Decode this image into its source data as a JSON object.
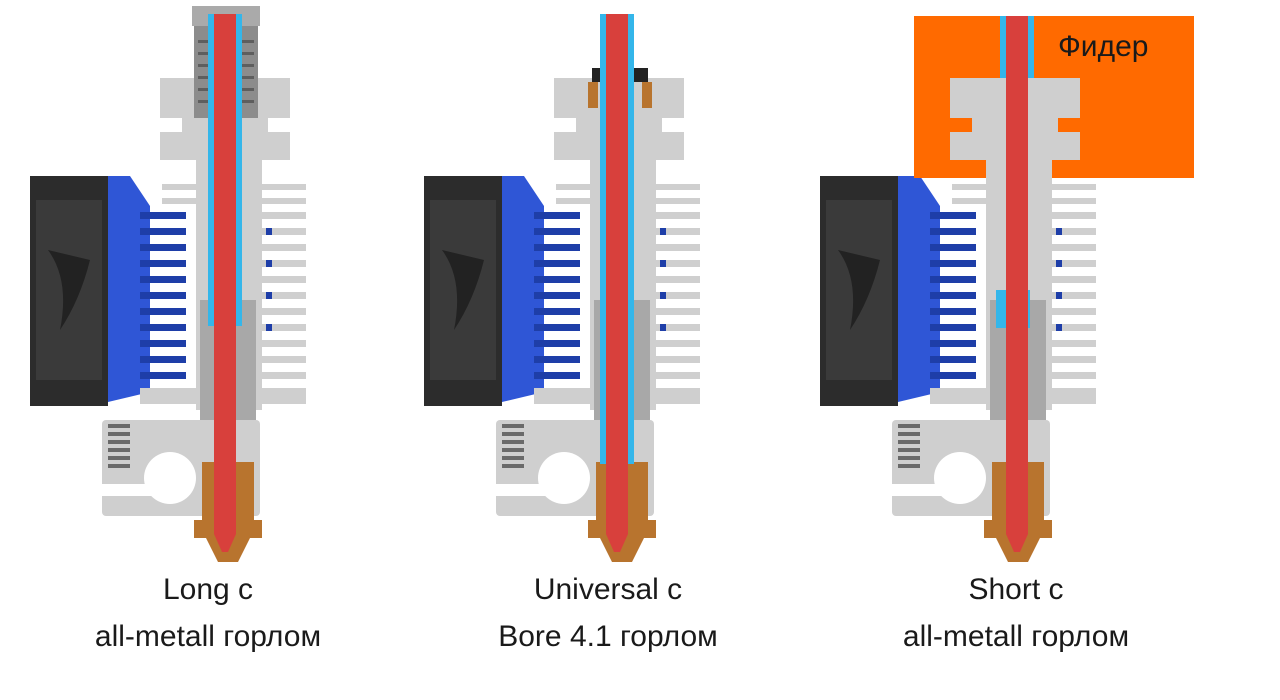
{
  "colors": {
    "aluminum": "#cfcfcf",
    "aluminum_dark": "#b8b8b8",
    "fan_body": "#2c2c2c",
    "fan_shroud": "#2f56d6",
    "fins_blue": "#1e3ea8",
    "ptfe_tube": "#34b6ea",
    "filament": "#d8403c",
    "brass": "#b8742e",
    "feeder": "#ff6a00",
    "bowden_coupler": "#8c8c8c",
    "steel": "#9a9a9a"
  },
  "hotends": [
    {
      "id": "long",
      "caption_line1": "Long c",
      "caption_line2": "all-metall горлом"
    },
    {
      "id": "universal",
      "caption_line1": "Universal c",
      "caption_line2": "Bore 4.1 горлом"
    },
    {
      "id": "short",
      "caption_line1": "Short c",
      "caption_line2": "all-metall горлом",
      "feeder_label": "Фидер"
    }
  ]
}
